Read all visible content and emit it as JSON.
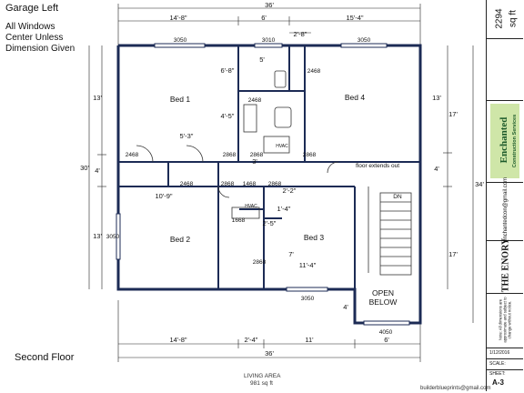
{
  "notes": {
    "garage": "Garage Left",
    "windows_line1": "All Windows",
    "windows_line2": "Center Unless",
    "windows_line3": "Dimension Given",
    "floor": "Second Floor"
  },
  "living_area": {
    "label": "LIVING AREA",
    "value": "981 sq ft"
  },
  "email_footer": "builderblueprints@gmail.com",
  "dims": {
    "overall_top": "36'",
    "top_a": "14'-8\"",
    "top_b": "6'",
    "top_c": "15'-4\"",
    "top_d": "2'-8\"",
    "left_total": "30'",
    "left_a": "13'",
    "left_b": "4'",
    "left_c": "13'",
    "right_total": "34'",
    "right_a": "13'",
    "right_b": "17'",
    "right_c": "4'",
    "right_d": "17'",
    "bot_a": "14'-8\"",
    "bot_b": "2'-4\"",
    "bot_c": "11'",
    "bot_d": "6'",
    "bot_total": "36'",
    "closet_5": "5'",
    "d_6_8": "6'-8\"",
    "d_4_5": "4'-5\"",
    "d_5_3": "5'-3\"",
    "d_3": "3'",
    "d_10_9": "10'-9\"",
    "d_2_2": "2'-2\"",
    "d_1_4": "1'-4\"",
    "d_2_5": "2'-5\"",
    "d_7": "7'",
    "d_11_4": "11'-4\"",
    "d_4": "4'"
  },
  "windows": {
    "w1": "3050",
    "w2": "3010",
    "w3": "3050",
    "w4": "3050",
    "w5": "3050",
    "w6": "4050"
  },
  "doors": {
    "d1": "2468",
    "d2": "2468",
    "d3": "2468",
    "d4": "2868",
    "d5": "2868",
    "d6": "2868",
    "d7": "2468",
    "d8": "2868",
    "d9": "1468",
    "d10": "2868",
    "d11": "1668",
    "d12": "2868"
  },
  "rooms": {
    "bed1": "Bed 1",
    "bed2": "Bed 2",
    "bed3": "Bed 3",
    "bed4": "Bed 4",
    "hvac1": "HVAC",
    "hvac2": "HVAC",
    "floor_note": "floor extends out",
    "dn": "DN",
    "open_1": "OPEN",
    "open_2": "BELOW"
  },
  "title_block": {
    "sqft_number": "2294",
    "sqft_unit": "sq ft",
    "brand_1": "Enchanted",
    "brand_2": "Construction Services",
    "email": "enchantedcon@gmail.com",
    "plan_name": "THE ENORY",
    "disclaimer": "Note: All dimensions are approximate and subject to change without notice.",
    "date": "1/12/2016",
    "scale_label": "SCALE:",
    "sheet_label": "SHEET:",
    "sheet_number": "A-3"
  }
}
